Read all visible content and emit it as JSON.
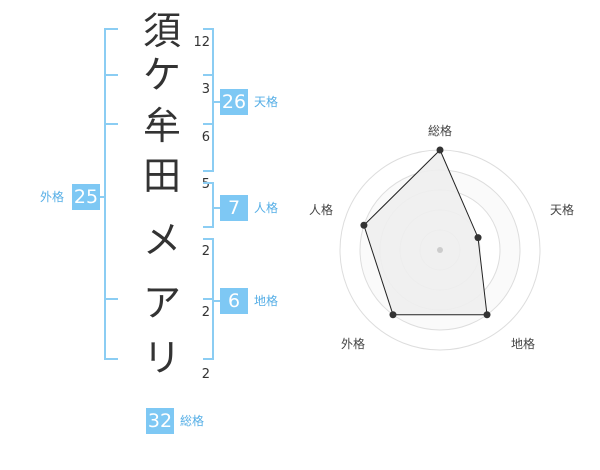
{
  "name": {
    "characters": [
      "須",
      "ケ",
      "牟",
      "田",
      "メ",
      "ア",
      "リ"
    ],
    "strokes": [
      "12",
      "3",
      "6",
      "5",
      "2",
      "2",
      "2"
    ]
  },
  "fortune": {
    "tenkaku": {
      "value": "26",
      "label": "天格"
    },
    "jinkaku": {
      "value": "7",
      "label": "人格"
    },
    "chikaku": {
      "value": "6",
      "label": "地格"
    },
    "gaikaku": {
      "value": "25",
      "label": "外格"
    },
    "soukaku": {
      "value": "32",
      "label": "総格"
    }
  },
  "radar": {
    "axes": [
      "総格",
      "天格",
      "地格",
      "外格",
      "人格"
    ],
    "values": [
      1.0,
      0.4,
      0.8,
      0.8,
      0.8
    ],
    "max": 1.0,
    "colors": {
      "fill": "#eeeeee",
      "stroke": "#222222",
      "grid": "#dddddd",
      "point": "#333333",
      "center": "#cccccc"
    }
  }
}
